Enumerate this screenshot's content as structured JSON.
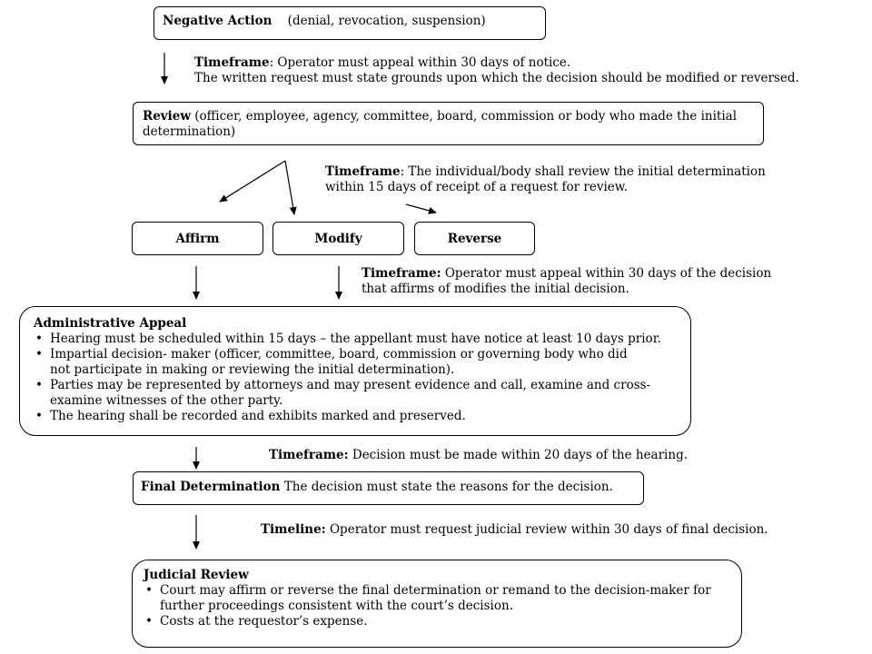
{
  "negative_action": {
    "title": "Negative Action",
    "detail": "(denial, revocation, suspension)"
  },
  "tf1": {
    "label": "Timeframe",
    "line1": ":  Operator must appeal within 30 days of notice.",
    "line2": "The written request must state grounds upon which the decision should be modified or reversed."
  },
  "review": {
    "title": "Review",
    "line1": " (officer, employee, agency, committee, board, commission or body who made the initial",
    "line2": "determination)"
  },
  "tf2": {
    "label": "Timeframe",
    "line1": ":  The individual/body shall review the initial determination",
    "line2": "within 15 days of receipt of a request for review."
  },
  "outcomes": {
    "affirm": "Affirm",
    "modify": "Modify",
    "reverse": "Reverse"
  },
  "tf3": {
    "label": "Timeframe:",
    "line1": "  Operator must appeal within 30 days of the decision",
    "line2": " that affirms of modifies the initial decision."
  },
  "admin_appeal": {
    "title": "Administrative Appeal",
    "bullets": [
      "Hearing must be scheduled within 15 days – the appellant must have notice at least 10 days prior.",
      "Impartial decision- maker (officer, committee, board, commission or governing body who did not participate in  making or reviewing the initial determination).",
      "Parties may be represented by attorneys and may present evidence and call, examine and cross-examine witnesses of the other party.",
      "The hearing shall be recorded and exhibits marked and preserved."
    ]
  },
  "tf4": {
    "label": "Timeframe:",
    "text": "  Decision must be made within 20 days of the hearing."
  },
  "final": {
    "title": "Final Determination",
    "text": " The decision must state the reasons for the decision."
  },
  "tf5": {
    "label": "Timeline:",
    "text": "  Operator must request judicial review within 30 days of final decision."
  },
  "judicial": {
    "title": "Judicial Review",
    "bullets": [
      "Court may affirm or reverse the final determination or remand to the decision-maker for further proceedings consistent with the court’s decision.",
      "Costs at the requestor’s expense."
    ]
  }
}
